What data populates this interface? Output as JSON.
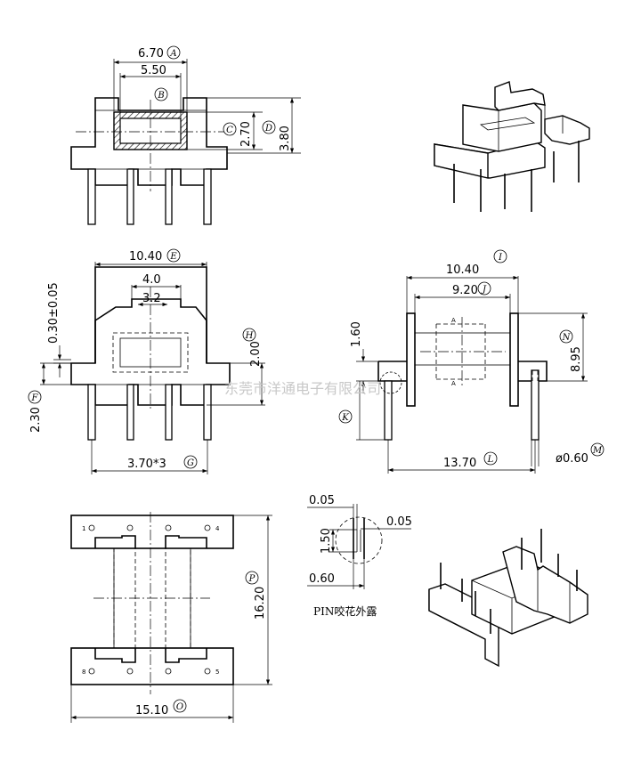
{
  "top_view": {
    "dim_a": "6.70",
    "label_a": "A",
    "dim_b": "5.50",
    "label_b": "B",
    "dim_c": "2.70",
    "label_c": "C",
    "dim_d": "3.80",
    "label_d": "D"
  },
  "front_view": {
    "dim_e": "10.40",
    "label_e": "E",
    "dim_inner1": "4.0",
    "dim_inner2": "3.2",
    "dim_flange": "0.30±0.05",
    "dim_f": "2.30",
    "label_f": "F",
    "dim_g": "3.70*3",
    "label_g": "G",
    "dim_h": "2.00",
    "label_h": "H"
  },
  "side_view": {
    "dim_i": "10.40",
    "label_i": "I",
    "dim_j": "9.20",
    "label_j": "J",
    "dim_k": "1.60",
    "label_k": "K",
    "section_mark": "A",
    "dim_l": "13.70",
    "label_l": "L",
    "dim_m": "ø0.60",
    "label_m": "M",
    "dim_n": "8.95",
    "label_n": "N"
  },
  "bottom_view": {
    "dim_o": "15.10",
    "label_o": "O",
    "dim_p": "16.20",
    "label_p": "P",
    "pin_1": "1",
    "pin_4": "4",
    "pin_5": "5",
    "pin_8": "8"
  },
  "pin_detail": {
    "dim_top": "0.05",
    "dim_right": "0.05",
    "dim_height": "1.50",
    "dim_width": "0.60",
    "caption": "PIN咬花外露"
  },
  "watermark": "东莞市洋通电子有限公司"
}
